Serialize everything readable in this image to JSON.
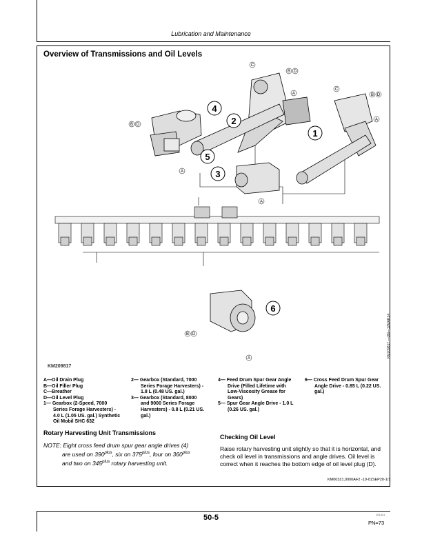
{
  "header": {
    "title": "Lubrication and Maintenance"
  },
  "section": {
    "title": "Overview of Transmissions and Oil Levels"
  },
  "figure": {
    "id": "KM209817",
    "ref_vertical": "KM209817 —UN—12MAR14",
    "callouts": [
      "1",
      "2",
      "3",
      "4",
      "5",
      "6"
    ],
    "letters": [
      "A",
      "B",
      "C",
      "D"
    ],
    "drum_count": 14
  },
  "legend": {
    "col1": [
      "A—Oil Drain Plug",
      "B—Oil Filler Plug",
      "C—Breather",
      "D—Oil Level Plug",
      "1— Gearbox (2-Speed, 7000",
      "Series Forage Harvesters) -",
      "4.0 L (1.05 US. gal.) Synthetic",
      "Oil Mobil SHC 632"
    ],
    "col2": [
      "2— Gearbox (Standard, 7000",
      "Series Forage Harvesters) -",
      "1.8 L (0.48 US. gal.)",
      "3— Gearbox (Standard, 8000",
      "and 9000 Series Forage",
      "Harvesters) - 0.8 L (0.21 US.",
      "gal.)"
    ],
    "col3": [
      "4— Feed Drum Spur Gear Angle",
      "Drive (Filled Lifetime with",
      "Low-Viscosity Grease for",
      "Gears)",
      "5— Spur Gear Angle Drive - 1.0 L",
      "(0.26 US. gal.)"
    ],
    "col4": [
      "6— Cross Feed Drum Spur Gear",
      "Angle Drive - 0.85 L (0.22 US.",
      "gal.)"
    ]
  },
  "rotary": {
    "heading": "Rotary Harvesting Unit Transmissions",
    "note_l1_a": "NOTE: Eight cross feed drum spur gear angle drives (4)",
    "note_l2_a": "are used on 390",
    "sup1": "plus",
    "note_l2_b": ", six on 375",
    "sup2": "plus",
    "note_l2_c": ", four on 360",
    "sup3": "plus",
    "note_l3_a": "and two on 345",
    "sup4": "plus",
    "note_l3_b": " rotary harvesting unit."
  },
  "checking": {
    "heading": "Checking Oil Level",
    "body": "Raise rotary harvesting unit slightly so that it is horizontal, and check oil level in transmissions and angle drives. Oil level is correct when it reaches the bottom edge of oil level plug (D).",
    "ref": "KM00321,0000AF2 -19-01SEP20-1/1"
  },
  "footer": {
    "page": "50-5",
    "small": "101421",
    "pn": "PN=73"
  }
}
